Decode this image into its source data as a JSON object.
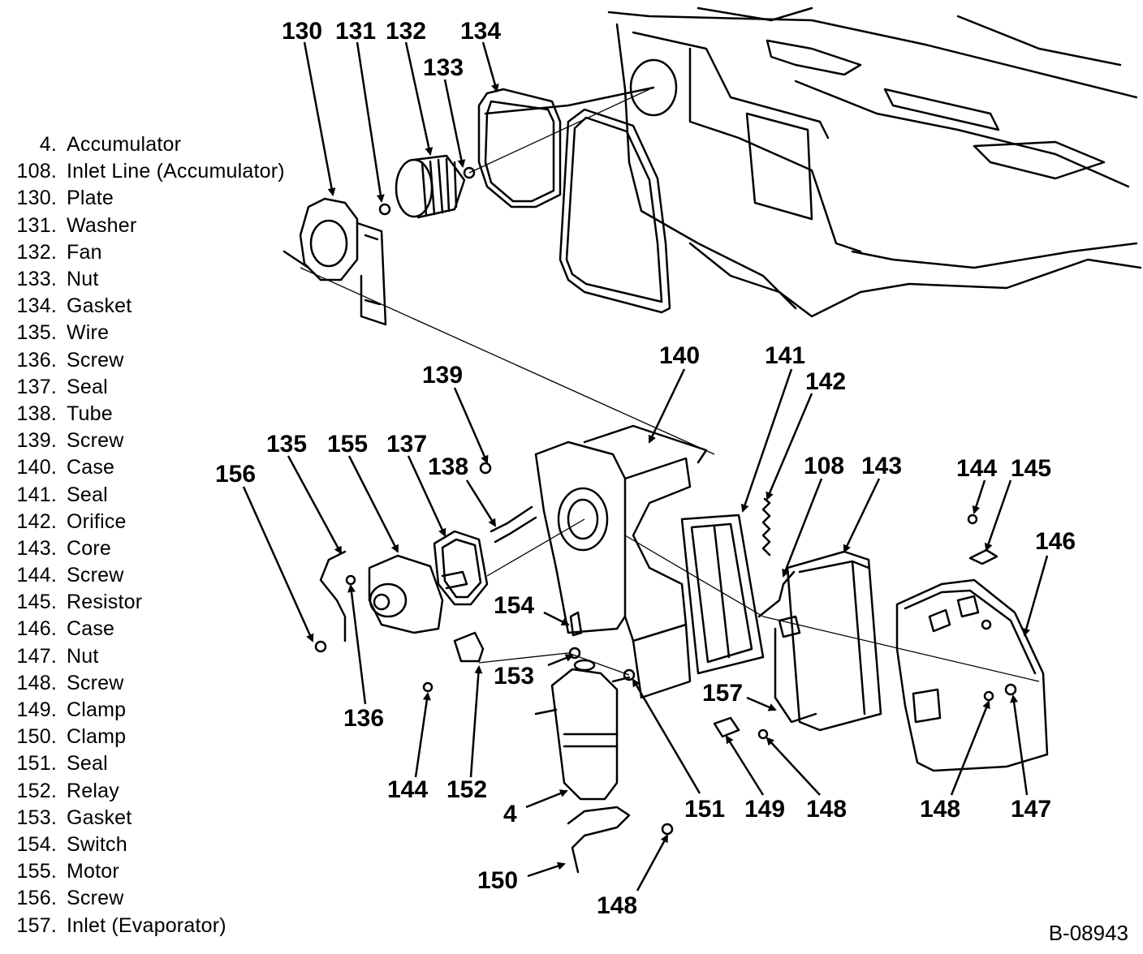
{
  "legend": [
    {
      "num": "4.",
      "name": "Accumulator"
    },
    {
      "num": "108.",
      "name": "Inlet Line (Accumulator)"
    },
    {
      "num": "130.",
      "name": "Plate"
    },
    {
      "num": "131.",
      "name": "Washer"
    },
    {
      "num": "132.",
      "name": "Fan"
    },
    {
      "num": "133.",
      "name": "Nut"
    },
    {
      "num": "134.",
      "name": "Gasket"
    },
    {
      "num": "135.",
      "name": "Wire"
    },
    {
      "num": "136.",
      "name": "Screw"
    },
    {
      "num": "137.",
      "name": "Seal"
    },
    {
      "num": "138.",
      "name": "Tube"
    },
    {
      "num": "139.",
      "name": "Screw"
    },
    {
      "num": "140.",
      "name": "Case"
    },
    {
      "num": "141.",
      "name": "Seal"
    },
    {
      "num": "142.",
      "name": "Orifice"
    },
    {
      "num": "143.",
      "name": "Core"
    },
    {
      "num": "144.",
      "name": "Screw"
    },
    {
      "num": "145.",
      "name": "Resistor"
    },
    {
      "num": "146.",
      "name": "Case"
    },
    {
      "num": "147.",
      "name": "Nut"
    },
    {
      "num": "148.",
      "name": "Screw"
    },
    {
      "num": "149.",
      "name": "Clamp"
    },
    {
      "num": "150.",
      "name": "Clamp"
    },
    {
      "num": "151.",
      "name": "Seal"
    },
    {
      "num": "152.",
      "name": "Relay"
    },
    {
      "num": "153.",
      "name": "Gasket"
    },
    {
      "num": "154.",
      "name": "Switch"
    },
    {
      "num": "155.",
      "name": "Motor"
    },
    {
      "num": "156.",
      "name": "Screw"
    },
    {
      "num": "157.",
      "name": "Inlet (Evaporator)"
    }
  ],
  "callouts": {
    "c130": "130",
    "c131": "131",
    "c132": "132",
    "c133": "133",
    "c134": "134",
    "c139": "139",
    "c140": "140",
    "c141": "141",
    "c142": "142",
    "c135": "135",
    "c155": "155",
    "c137": "137",
    "c138": "138",
    "c156": "156",
    "c108": "108",
    "c143": "143",
    "c144a": "144",
    "c145": "145",
    "c146": "146",
    "c154": "154",
    "c153": "153",
    "c136": "136",
    "c144b": "144",
    "c152": "152",
    "c4": "4",
    "c151": "151",
    "c157": "157",
    "c149": "149",
    "c148a": "148",
    "c148b": "148",
    "c147": "147",
    "c150": "150",
    "c148c": "148"
  },
  "figure_id": "B-08943",
  "colors": {
    "line": "#000000",
    "background": "#ffffff"
  }
}
